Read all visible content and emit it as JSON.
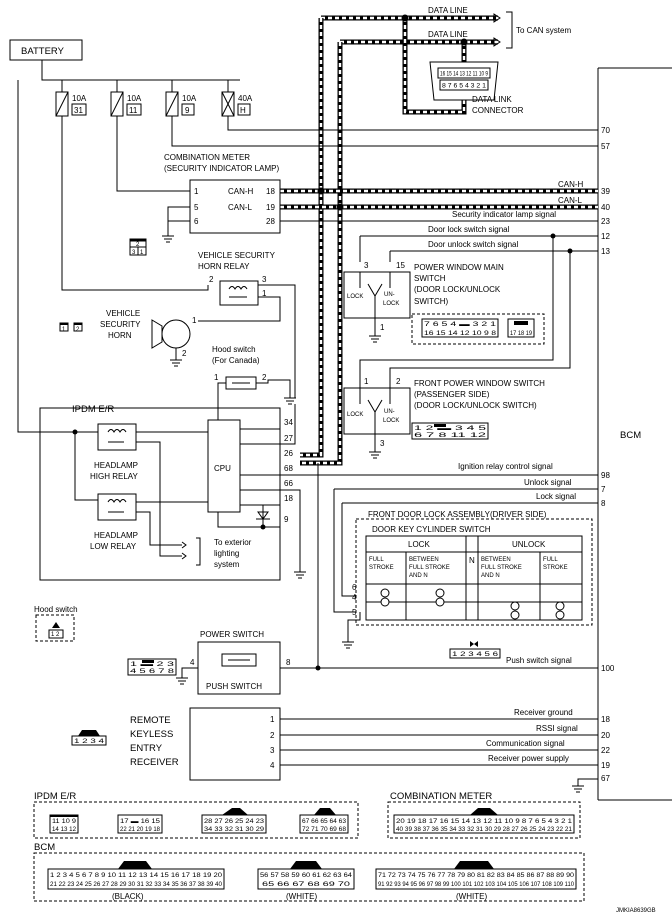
{
  "diagram_id": "JMKIA8639GB",
  "battery": {
    "label": "BATTERY"
  },
  "fuses": [
    {
      "rating": "10A",
      "number": "31"
    },
    {
      "rating": "10A",
      "number": "11"
    },
    {
      "rating": "10A",
      "number": "9"
    },
    {
      "rating": "40A",
      "number": "H"
    }
  ],
  "can": {
    "data_line_1": "DATA LINE",
    "data_line_2": "DATA LINE",
    "to_can": "To CAN system",
    "dlc_label_1": "DATA LINK",
    "dlc_label_2": "CONNECTOR",
    "dlc_pins_top": "16 15 14 13 12 11 10 9",
    "dlc_pins_bottom": "8 7 6 5 4 3 2 1",
    "can_h": "CAN-H",
    "can_l": "CAN-L"
  },
  "combination_meter": {
    "title_1": "COMBINATION METER",
    "title_2": "(SECURITY INDICATOR LAMP)",
    "pin_1": "1",
    "pin_5": "5",
    "pin_6": "6",
    "can_h_label": "CAN-H",
    "can_h_pin": "18",
    "can_l_label": "CAN-L",
    "can_l_pin": "19",
    "pin_28": "28"
  },
  "relay_connector": {
    "top": "2",
    "bottom_left": "3",
    "bottom_right": "1"
  },
  "horn_relay": {
    "title_1": "VEHICLE SECURITY",
    "title_2": "HORN RELAY",
    "pin_2": "2",
    "pin_3": "3",
    "pin_1": "1"
  },
  "horn": {
    "title_1": "VEHICLE",
    "title_2": "SECURITY",
    "title_3": "HORN",
    "pin_1": "1",
    "pin_2": "2",
    "conn_1": "1",
    "conn_2": "2"
  },
  "hood_switch": {
    "title_1": "Hood switch",
    "title_2": "(For  Canada)",
    "pin_1": "1",
    "pin_2": "2",
    "legend_title": "Hood switch",
    "legend_pins": "1 2"
  },
  "ipdm": {
    "title": "IPDM E/R",
    "cpu": "CPU",
    "relay_high_1": "HEADLAMP",
    "relay_high_2": "HIGH RELAY",
    "relay_low_1": "HEADLAMP",
    "relay_low_2": "LOW RELAY",
    "to_exterior_1": "To exterior",
    "to_exterior_2": "lighting",
    "to_exterior_3": "system",
    "pins": [
      "34",
      "27",
      "26",
      "68",
      "66",
      "18",
      "9"
    ]
  },
  "bcm": {
    "title": "BCM",
    "pins": [
      {
        "num": "70",
        "signal": ""
      },
      {
        "num": "57",
        "signal": ""
      },
      {
        "num": "39",
        "signal": "CAN-H"
      },
      {
        "num": "40",
        "signal": "CAN-L"
      },
      {
        "num": "23",
        "signal": "Security indicator lamp signal"
      },
      {
        "num": "12",
        "signal": "Door lock switch signal"
      },
      {
        "num": "13",
        "signal": "Door unlock switch signal"
      },
      {
        "num": "98",
        "signal": "Ignition relay control signal"
      },
      {
        "num": "7",
        "signal": "Unlock signal"
      },
      {
        "num": "8",
        "signal": "Lock signal"
      },
      {
        "num": "100",
        "signal": "Push switch signal"
      },
      {
        "num": "18",
        "signal": "Receiver ground"
      },
      {
        "num": "20",
        "signal": "RSSI signal"
      },
      {
        "num": "22",
        "signal": "Communication signal"
      },
      {
        "num": "19",
        "signal": "Receiver power supply"
      },
      {
        "num": "67",
        "signal": ""
      }
    ]
  },
  "pw_main": {
    "title_1": "POWER WINDOW MAIN",
    "title_2": "SWITCH",
    "title_3": "(DOOR LOCK/UNLOCK",
    "title_4": "SWITCH)",
    "pin_3": "3",
    "pin_15": "15",
    "pin_1": "1",
    "lock": "LOCK",
    "unlock_1": "UN-",
    "unlock_2": "LOCK",
    "conn_a_top": "7 6 5 4 ▬ 3 2 1",
    "conn_a_bot": "16 15 14 12 10 9 8",
    "conn_b_bot": "17 18 19"
  },
  "front_pw": {
    "title_1": "FRONT POWER WINDOW SWITCH",
    "title_2": "(PASSENGER SIDE)",
    "title_3": "(DOOR LOCK/UNLOCK SWITCH)",
    "pin_1": "1",
    "pin_2": "2",
    "pin_3": "3",
    "lock": "LOCK",
    "unlock_1": "UN-",
    "unlock_2": "LOCK",
    "conn_top": "1 2 ▬ 3 4 5",
    "conn_bot": "6 7 8 11 12"
  },
  "door_key": {
    "title": "FRONT DOOR LOCK ASSEMBLY(DRIVER SIDE)",
    "subtitle": "DOOR KEY CYLINDER SWITCH",
    "lock": "LOCK",
    "n": "N",
    "unlock": "UNLOCK",
    "full_stroke_1": "FULL",
    "full_stroke_2": "STROKE",
    "between_1": "BETWEEN",
    "between_2": "FULL STROKE",
    "between_3": "AND N",
    "pin_6": "6",
    "pin_4": "4",
    "pin_5": "5",
    "conn": "1 2 3 4 5 6"
  },
  "power_switch": {
    "title": "POWER SWITCH",
    "label": "PUSH SWITCH",
    "pin_4": "4",
    "pin_8": "8",
    "conn_top": "1 ▬ 2 3",
    "conn_bot": "4 5 6 7 8"
  },
  "receiver": {
    "title_1": "REMOTE",
    "title_2": "KEYLESS",
    "title_3": "ENTRY",
    "title_4": "RECEIVER",
    "pins": [
      "1",
      "2",
      "3",
      "4"
    ],
    "conn": "1 2 3 4"
  },
  "legend": {
    "ipdm_title": "IPDM E/R",
    "ipdm_c1_top": "11 10 9",
    "ipdm_c1_bot": "14 13 12",
    "ipdm_c2_top": "17 ▬ 16 15",
    "ipdm_c2_bot": "22 21 20 19 18",
    "ipdm_c3_top": "28 27 26 25 24 23",
    "ipdm_c3_bot": "34 33 32 31 30 29",
    "ipdm_c4_top": "67 66 65 64 63",
    "ipdm_c4_bot": "72 71 70 69 68",
    "meter_title": "COMBINATION METER",
    "meter_top": "20 19 18 17 16 15 14 13 12 11 10 9 8 7 6 5 4 3 2 1",
    "meter_bot": "40 39 38 37 36 35 34 33 32 31 30 29 28 27 26 25 24 23 22 21",
    "bcm_title": "BCM",
    "bcm_c1_top": "1 2 3 4 5 6 7 8 9 10 11 12 13 14 15 16 17 18 19 20",
    "bcm_c1_bot": "21 22 23 24 25 26 27 28 29 30 31 32 33 34 35 36 37 38 39 40",
    "bcm_c1_label": "(BLACK)",
    "bcm_c2_top": "56 57 58 59 60 61 62 63 64",
    "bcm_c2_bot": "65 66 67 68 69 70",
    "bcm_c2_label": "(WHITE)",
    "bcm_c3_top": "71 72 73 74 75 76 77 78 79 80 81 82 83 84 85 86 87 88 89 90",
    "bcm_c3_bot": "91 92 93 94 95 96 97 98 99 100 101 102 103 104 105 106 107 108 109 110",
    "bcm_c3_label": "(WHITE)"
  }
}
